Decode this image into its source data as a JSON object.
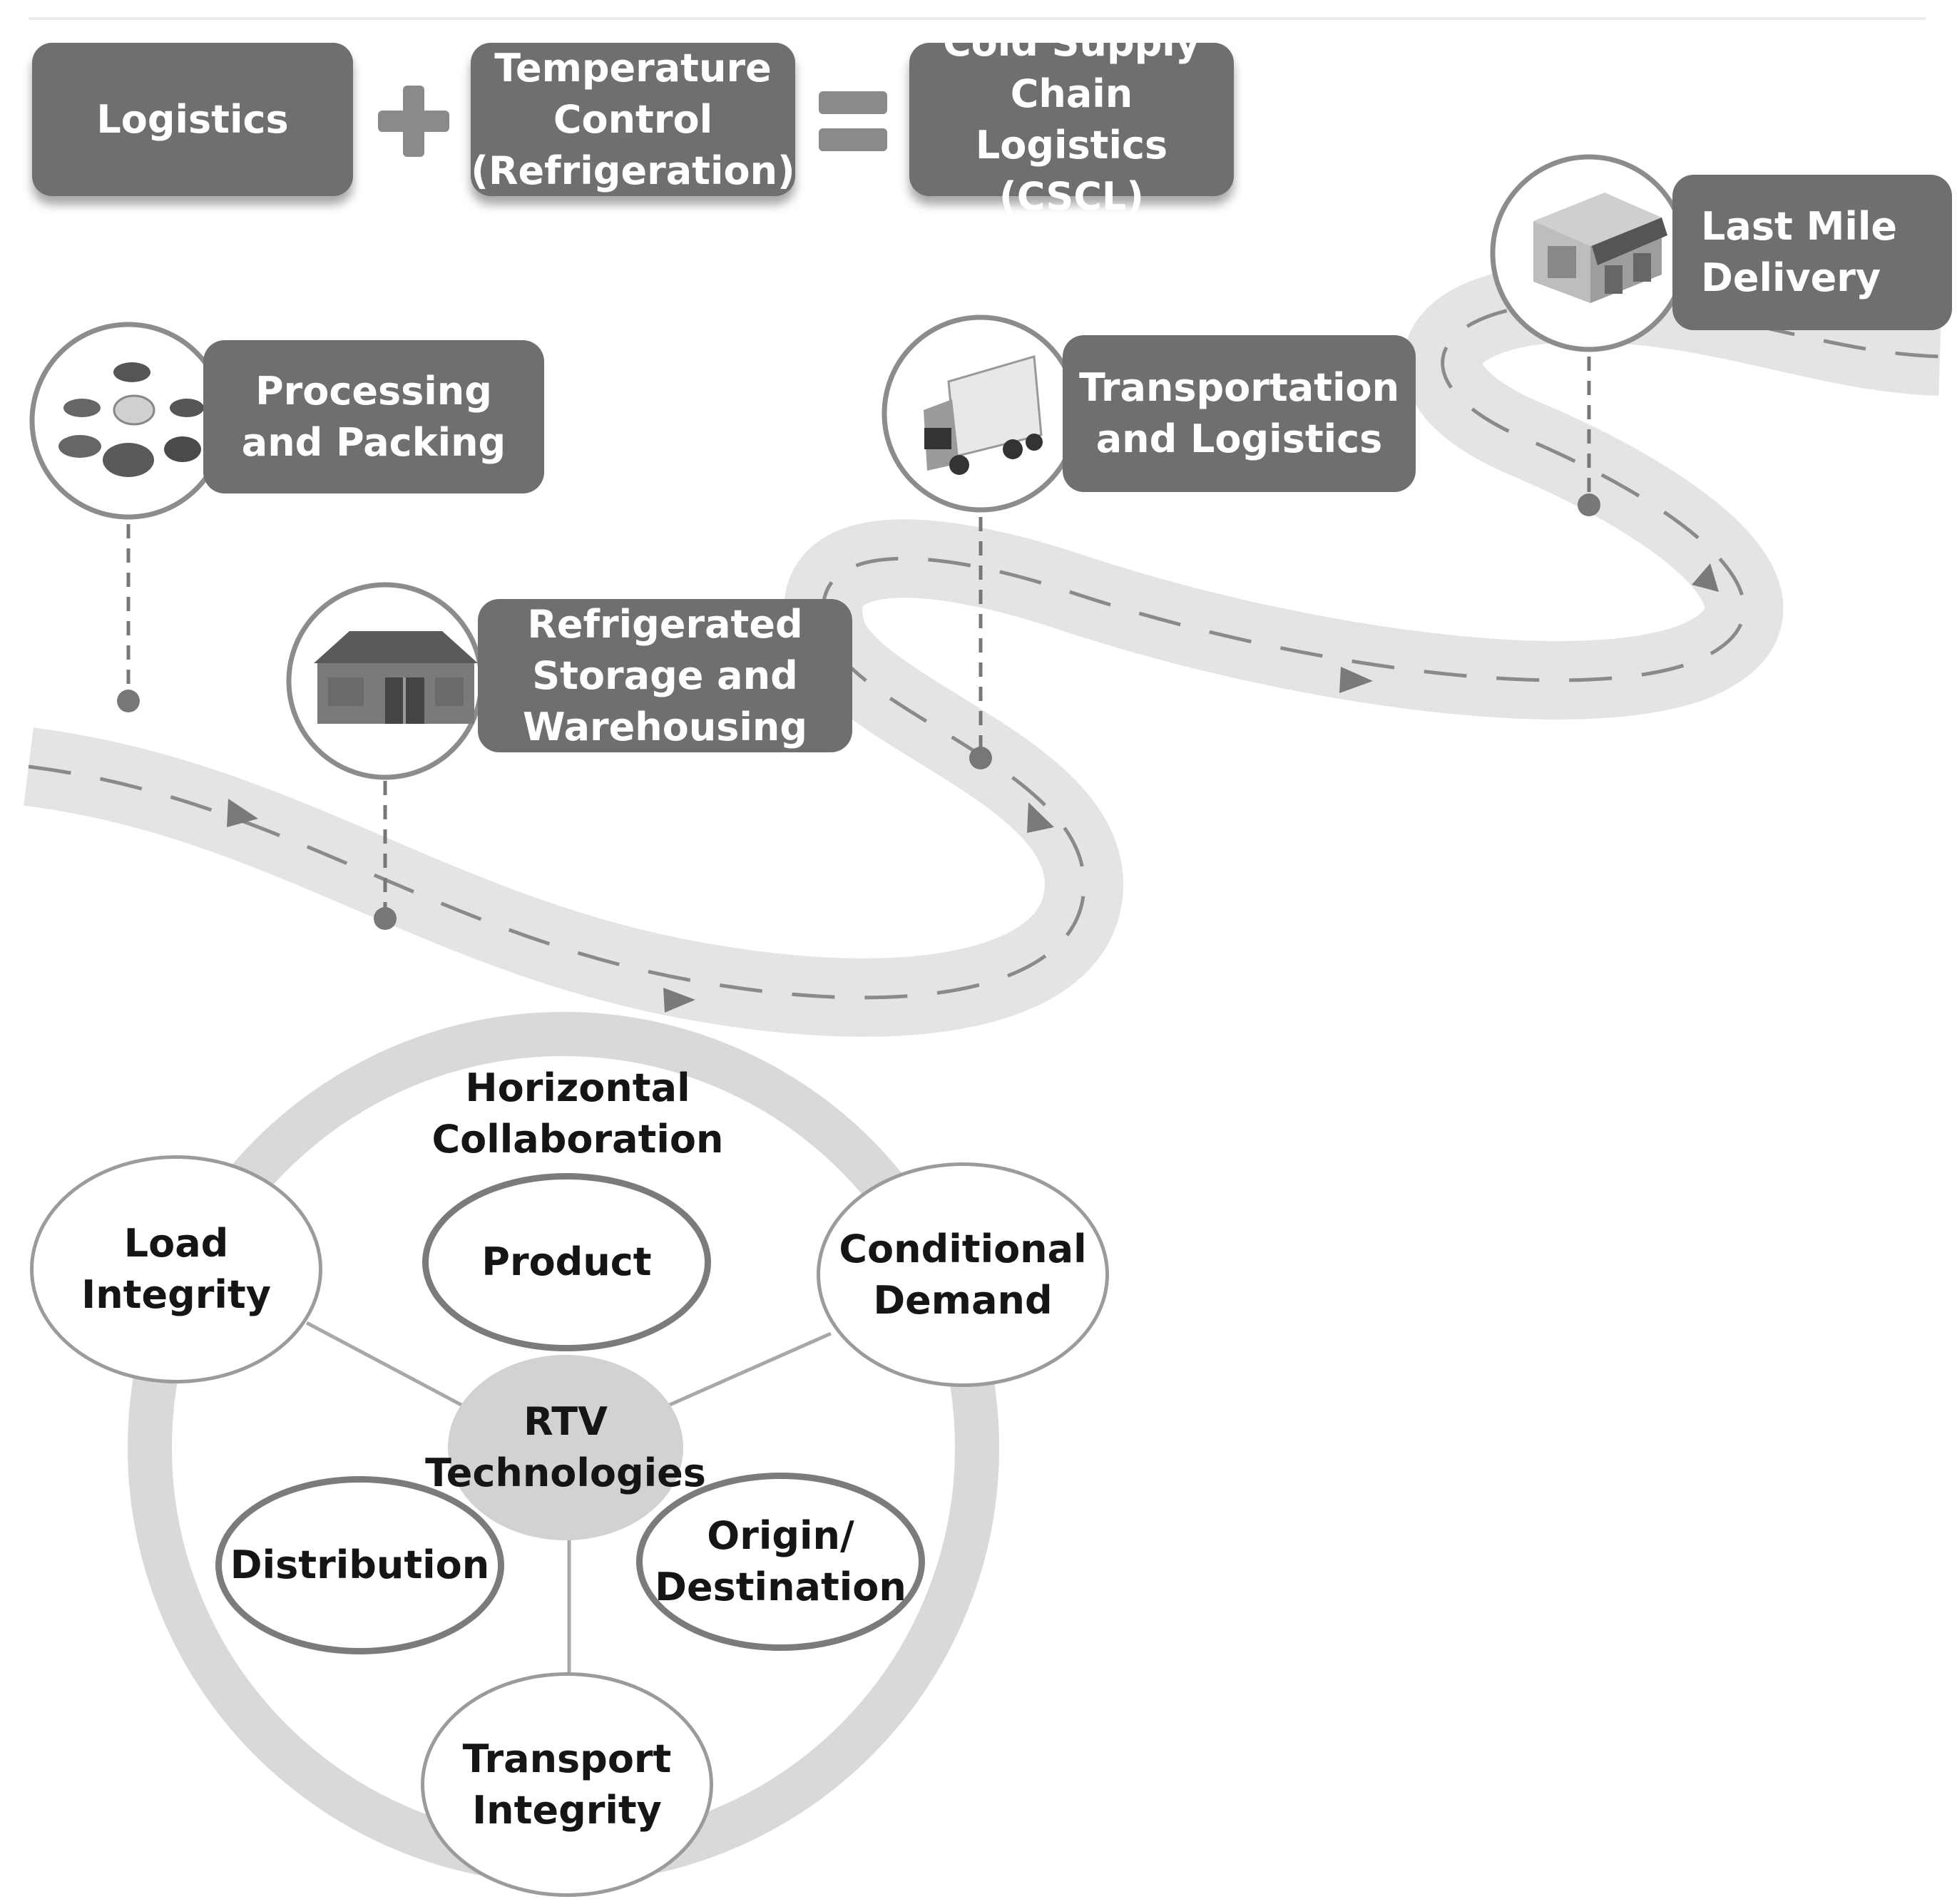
{
  "equation": {
    "term1": "Logistics",
    "plus": "+",
    "term2": "Temperature\nControl\n(Refrigeration)",
    "equals": "=",
    "result": "Cold Supply\nChain Logistics\n(CSCL)"
  },
  "stages": [
    {
      "label": "Processing\nand Packing",
      "icon": "meat-products-icon"
    },
    {
      "label": "Refrigerated\nStorage and\nWarehousing",
      "icon": "warehouse-icon"
    },
    {
      "label": "Transportation\nand Logistics",
      "icon": "refrigerated-truck-icon"
    },
    {
      "label": "Last Mile\nDelivery",
      "icon": "storefront-icon"
    }
  ],
  "collaboration": {
    "title": "Horizontal\nCollaboration",
    "center": "RTV\nTechnologies",
    "outer_nodes": {
      "load_integrity": "Load\nIntegrity",
      "conditional_demand": "Conditional\nDemand",
      "transport_integrity": "Transport\nIntegrity"
    },
    "inner_nodes": {
      "product": "Product",
      "distribution": "Distribution",
      "origin_destination": "Origin/\nDestination"
    }
  },
  "colors": {
    "box_fill": "#6f6f6f",
    "road": "#e4e4e4",
    "road_dash": "#8a8a8a",
    "ring": "#d9d9d9",
    "inner_border": "#7b7b7b"
  }
}
